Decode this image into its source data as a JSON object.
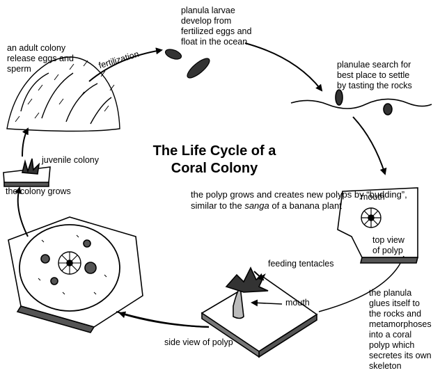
{
  "title": "The Life Cycle of a\nCoral Colony",
  "description": {
    "before": "the polyp grows and creates new polyps by “budding”, similar to the ",
    "italic": "sanga",
    "after": " of a banana plant"
  },
  "labels": {
    "adult_colony": "an adult colony\nrelease eggs and\nsperm",
    "fertilization": "fertilization",
    "planula_larvae": "planula larvae\ndevelop from\nfertilized eggs and\nfloat in the ocean",
    "planulae_search": "planulae search for\nbest place to settle\nby tasting the rocks",
    "mouth_top": "mouth",
    "top_view": "top view\nof polyp",
    "planula_glues": "the planula\nglues itself to\nthe rocks and\nmetamorphoses\ninto a coral\npolyp which\nsecretes its own\nskeleton",
    "feeding_tentacles": "feeding tentacles",
    "mouth_side": "mouth",
    "side_view": "side view of polyp",
    "juvenile_colony": "juvenile colony",
    "colony_grows": "the colony grows"
  }
}
